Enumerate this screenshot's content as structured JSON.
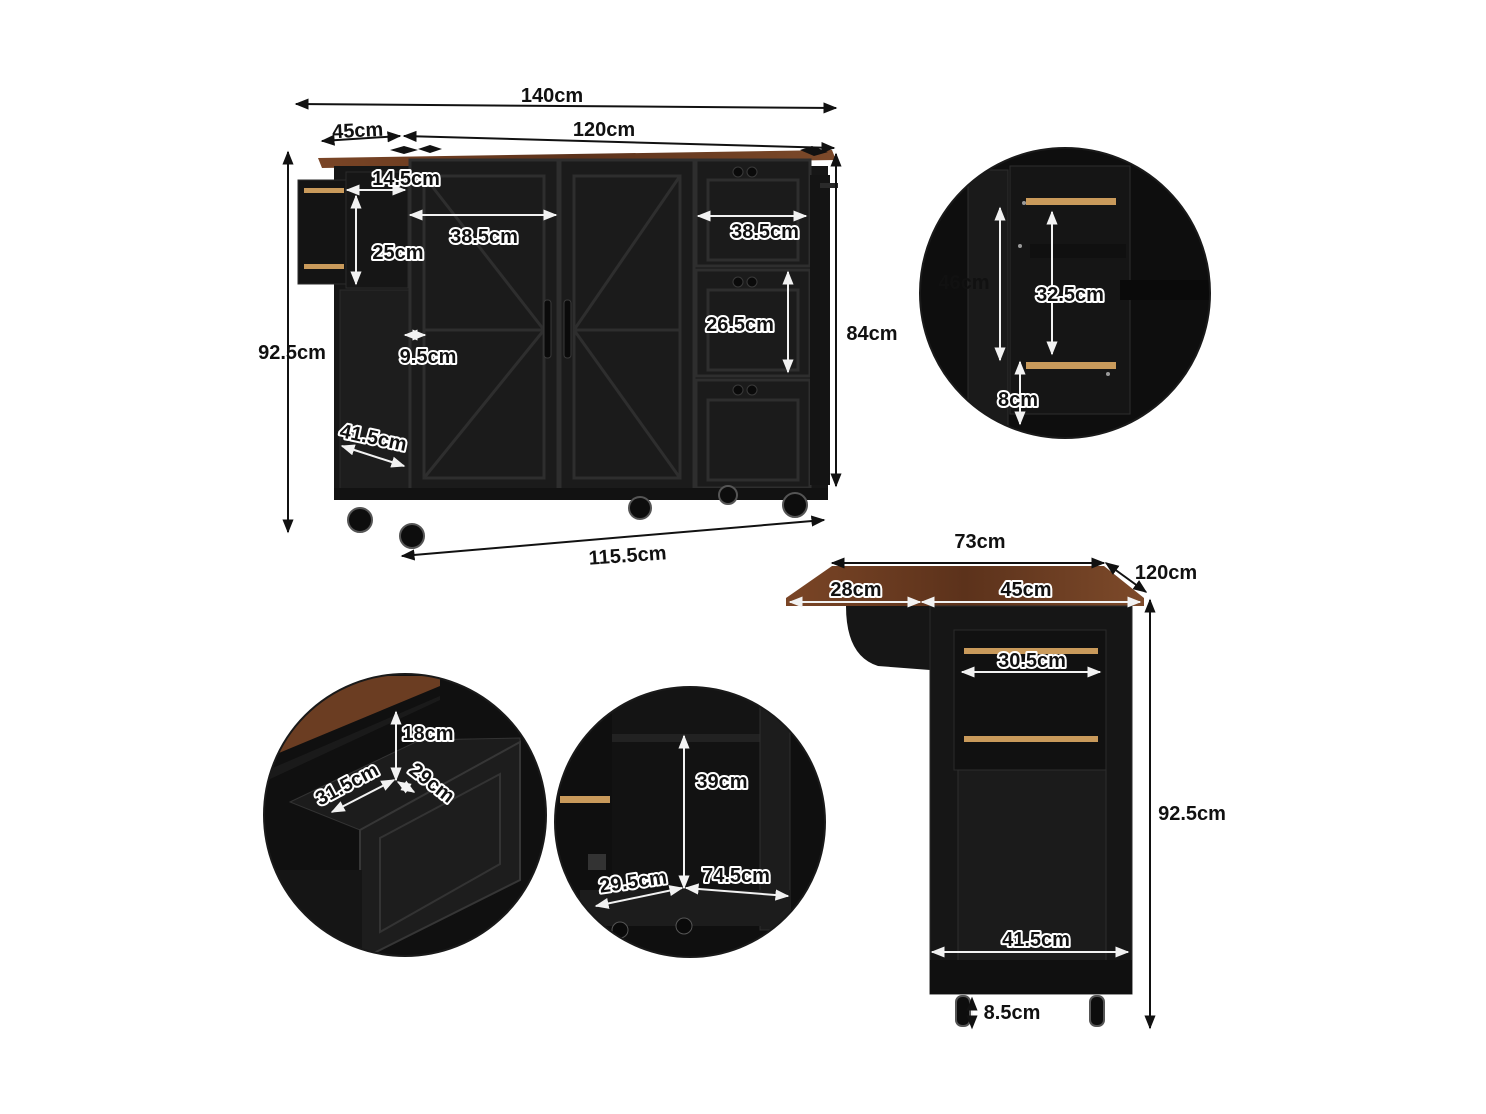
{
  "colors": {
    "cabinet": "#161616",
    "cabinet_panel": "#1f1f1f",
    "cabinet_edge": "#2c2c2c",
    "wood_top": "#6b3d22",
    "wood_rail": "#c99a5b",
    "dimension_line": "#111111",
    "background": "#ffffff"
  },
  "front_view": {
    "overall_width": "140cm",
    "drop_leaf_width": "45cm",
    "top_width": "120cm",
    "rack_depth": "14.5cm",
    "rack_height": "25cm",
    "cabinet_door_width": "38.5cm",
    "drawer_width": "38.5cm",
    "drawer_height": "26.5cm",
    "side_gap": "9.5cm",
    "overall_height": "92.5cm",
    "body_height": "84cm",
    "side_depth": "41.5cm",
    "base_width": "115.5cm"
  },
  "rack_detail": {
    "rack_height": "46cm",
    "rail_width": "32.5cm",
    "rail_gap": "8cm"
  },
  "side_view": {
    "overall_depth": "73cm",
    "length": "120cm",
    "drop_leaf_depth": "28cm",
    "top_depth": "45cm",
    "rail_width": "30.5cm",
    "height": "92.5cm",
    "base_depth": "41.5cm",
    "ground_clearance": "8.5cm"
  },
  "drawer_detail": {
    "drawer_height": "18cm",
    "drawer_width": "31.5cm",
    "drawer_depth": "29cm"
  },
  "cabinet_interior_detail": {
    "interior_height": "39cm",
    "interior_depth": "29.5cm",
    "interior_width": "74.5cm"
  },
  "icons": [
    "caster-wheel-icon",
    "door-handle-icon",
    "drawer-knob-icon",
    "hinge-icon"
  ]
}
